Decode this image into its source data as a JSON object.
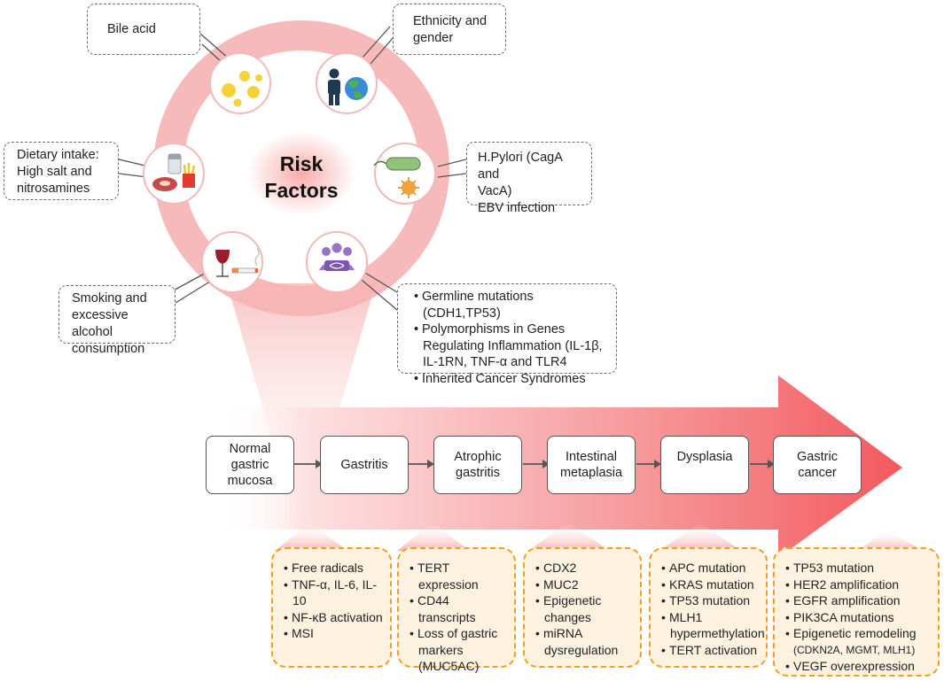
{
  "center": {
    "line1": "Risk",
    "line2": "Factors"
  },
  "risk_factors": {
    "bile": {
      "text": "Bile acid",
      "icon": "bile-acid-droplets-icon"
    },
    "ethnicity": {
      "line1": "Ethnicity and",
      "line2": "gender",
      "icon": "person-globe-icon"
    },
    "diet": {
      "line1": "Dietary intake:",
      "line2": "High salt and",
      "line3": "nitrosamines",
      "icon": "salt-meat-fries-icon"
    },
    "infection": {
      "line1": "H.Pylori (CagA and",
      "line2": "VacA)",
      "line3": "EBV infection",
      "icon": "bacterium-virus-icon"
    },
    "smoking": {
      "line1": "Smoking and",
      "line2": "excessive alcohol",
      "line3": "consumption",
      "icon": "wine-cigarette-icon"
    },
    "genetic": {
      "items": [
        "Germline mutations (CDH1,TP53)",
        "Polymorphisms in Genes Regulating Inflammation (IL-1β, IL-1RN, TNF-α and TLR4",
        "Inherited Cancer Syndromes"
      ],
      "icon": "dna-people-icon"
    }
  },
  "stages": [
    {
      "line1": "Normal",
      "line2": "gastric",
      "line3": "mucosa"
    },
    {
      "line1": "Gastritis"
    },
    {
      "line1": "Atrophic",
      "line2": "gastritis"
    },
    {
      "line1": "Intestinal",
      "line2": "metaplasia"
    },
    {
      "line1": "Dysplasia"
    },
    {
      "line1": "Gastric",
      "line2": "cancer"
    }
  ],
  "molecular": [
    {
      "items": [
        "Free radicals",
        "TNF-α, IL-6, IL-10",
        "NF-κB activation",
        "MSI"
      ]
    },
    {
      "items": [
        "TERT expression",
        "CD44 transcripts",
        "Loss of gastric markers (MUC5AC)"
      ]
    },
    {
      "items": [
        "CDX2",
        "MUC2",
        "Epigenetic changes",
        "miRNA dysregulation"
      ]
    },
    {
      "items": [
        "APC mutation",
        "KRAS mutation",
        "TP53 mutation",
        "MLH1 hypermethylation",
        "TERT activation"
      ]
    },
    {
      "items": [
        "TP53 mutation",
        "HER2 amplification",
        "EGFR amplification",
        "PIK3CA mutations",
        "Epigenetic remodeling",
        "(CDKN2A, MGMT, MLH1)",
        "VEGF overexpression"
      ]
    }
  ],
  "colors": {
    "ring": "#f6b3b3",
    "arrow": "#f25a5e",
    "accent_box_border": "#f0a020",
    "accent_box_fill": "#fdf1df"
  }
}
